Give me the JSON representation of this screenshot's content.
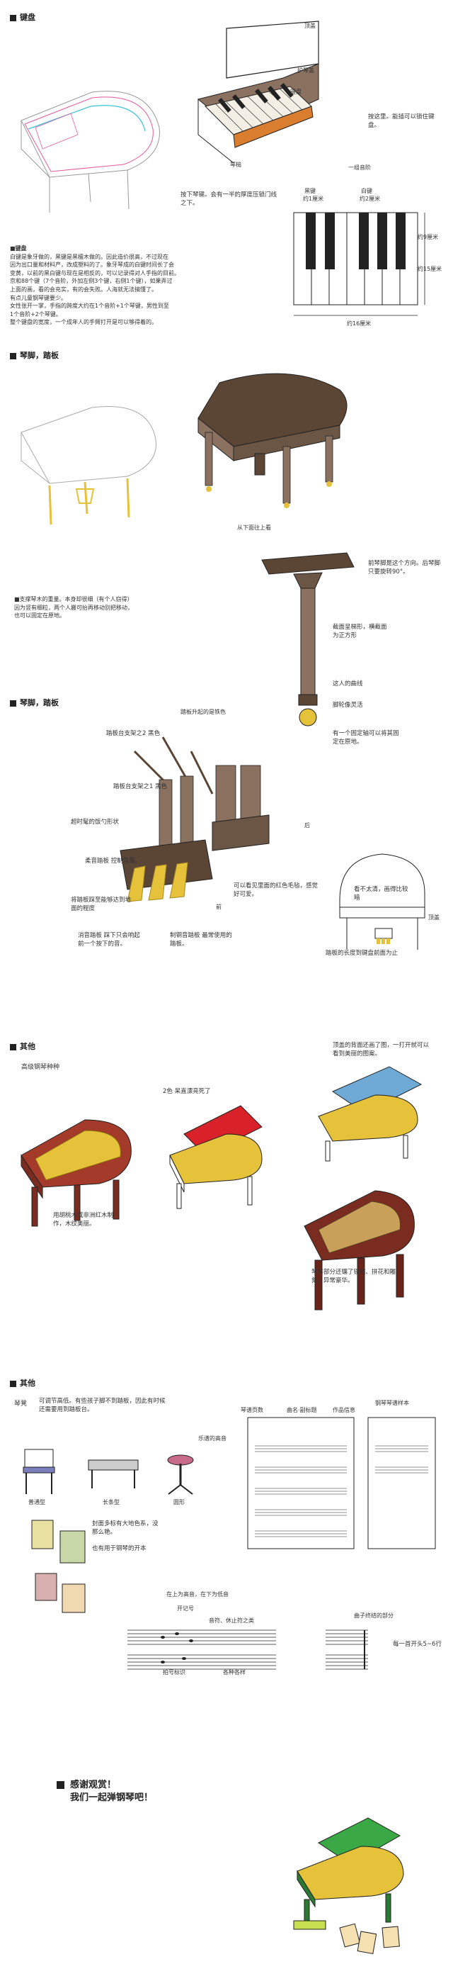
{
  "colors": {
    "ink": "#222222",
    "wood_dark": "#5b4636",
    "wood_mid": "#8a7160",
    "gold": "#e6c23a",
    "red": "#d9212a",
    "reddish_wood": "#a33a2a",
    "green": "#39a845",
    "blue": "#6fa9d6",
    "pink_line": "#e85a9b",
    "cyan_line": "#39c3d4",
    "key_wood": "#d97e2e"
  },
  "s1": {
    "title": "键盘",
    "labels": {
      "lid": "顶盖",
      "keyboard_lid": "护琴盖",
      "keyboard_label": "键盘",
      "key_slip": "琴槌",
      "lock_note": "按这里。能插可以锁住键盘。",
      "press_note": "按下琴键。会有一半的厚度压锁门线之下。",
      "octave": "一组音阶",
      "black_key": "黑键",
      "black_w": "约1厘米",
      "white_key": "白键",
      "white_w": "约2厘米",
      "black_len": "约9厘米",
      "white_len": "约15厘米",
      "octave_w": "约16厘米"
    },
    "para": [
      "■键盘",
      "白键是象牙做的，黑键是黑檀木做的。因此造价很高，不过现在",
      "因为出口量和材料产，改成塑料的了。象牙琴成的白键时间长了会",
      "变黄，以前的黑白键与现在是相反的，可以记录得对人手指的目前。",
      "京和88个键（7个音阶，外加左侧3个键，右侧1个键），如果弄过",
      "上面的画，看的会充实，有的会失败。人海就无法搞懂了。",
      "有点儿童钢琴键要少。",
      "女性张开一掌，手指的跨度大约在1个音阶+1个琴键，男性到至",
      "1个音阶+2个琴键。",
      "整个键盘的宽度，一个成年人的手臂打开是可以够得着的。"
    ]
  },
  "s2": {
    "title": "琴脚，踏板",
    "labels": {
      "from_below": "从下面往上看",
      "leg_note": "前琴脚是这个方向。后琴脚只要旋转90°。",
      "leg_shape": "截面呈梯形，横截面为正方形",
      "leg_curve": "这人的曲线",
      "caster": "脚轮像灵活",
      "caster_note": "有一个固定轴可以将其固定在原地。"
    },
    "note": [
      "■支撑琴木的重量。本身却很细（有个人窃得）",
      "因为竖有细粒，两个人搬可抬再移动别把移动，",
      "也可以固定在原地。"
    ]
  },
  "s3": {
    "title": "琴脚，踏板",
    "labels": {
      "pedal_rods": "踏板升起的是铁色",
      "bracket2": "踏板台支架之2 黑色",
      "bracket1": "踏板台支架之1 黑色",
      "lyre_note": "超时髦的饭勺形状",
      "soft_pedal": "柔音踏板 控制音量。",
      "sostenuto_note": "将踏板踩至能够达到地面的程度",
      "felt_note": "可以看见里面的红色毛毡，感觉好可爱。",
      "rear": "后",
      "front": "前",
      "sustain": "消音踏板 踩下只会响起前一个按下的音。",
      "damper": "制钢音踏板 最常使用的踏板。",
      "unclear": "看不太清，画得比较暗",
      "lid": "顶盖",
      "pedal_width": "踏板的长度到键盘前面为止"
    }
  },
  "s4": {
    "title": "其他",
    "subtitle": "高级钢琴种种",
    "labels": {
      "two_color": "2色 呆直漂亮死了",
      "inside_lid": "顶盖的背面还画了图，一打开就可以看到美丽的图案。",
      "wood_note": "用胡桃木或非洲红木制作，木纹美丽。",
      "carving": "琴体部分还镶了镂雕、拼花和雕刻，异常豪华。"
    }
  },
  "s5": {
    "title": "其他",
    "labels": {
      "bench": "琴凳",
      "bench_note": "可调节高低。有些孩子脚不到踏板，因此有时候还需要用到踏板台。",
      "standard": "普通型",
      "long": "长条型",
      "round": "圆形",
      "tempo": "乐谱的高音",
      "score_title": "琴谱页数",
      "composer": "曲名·副标题",
      "works": "作品信息",
      "practice": "钢琴琴谱样本",
      "book_note": "封面多标有大地色系，没那么艳。",
      "book_note2": "也有用于钢琴的开本",
      "clef_note": "在上为高音，在下为低音",
      "open_note": "开记号",
      "notes": "音符、休止符之类",
      "time_sig": "拍号标识",
      "various": "各种各样",
      "bar_note": "曲子终结的部分",
      "cross_note": "每一首开头5~6行"
    }
  },
  "ending": {
    "line1": "感谢观赏！",
    "line2": "我们一起弹钢琴吧！"
  }
}
